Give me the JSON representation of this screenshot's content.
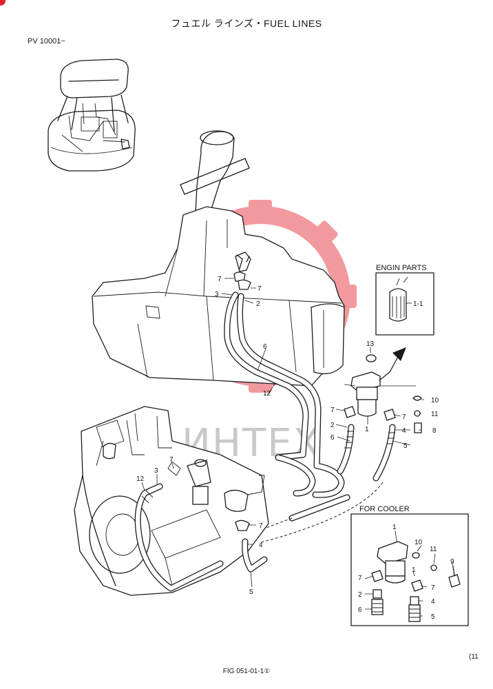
{
  "header": {
    "title": "フュエル ラインズ・FUEL LINES",
    "serial_range": "PV 10001~"
  },
  "watermark": {
    "text": "ИНТЕХ",
    "color": "#e8474f"
  },
  "insets": {
    "engine_parts": {
      "title": "ENGIN PARTS"
    },
    "for_cooler": {
      "title": "FOR COOLER"
    }
  },
  "callouts": {
    "main": [
      "7",
      "7",
      "3",
      "2",
      "6",
      "12",
      "13",
      "7",
      "2",
      "6",
      "10",
      "11",
      "7",
      "4",
      "8",
      "5",
      "1",
      "7",
      "12",
      "3",
      "7",
      "4",
      "5"
    ],
    "engine_parts": [
      "1-1"
    ],
    "for_cooler": [
      "1",
      "10",
      "11",
      "9",
      "7",
      "1",
      "7",
      "2",
      "6",
      "4",
      "5"
    ]
  },
  "footer": {
    "figure": "FIG 051-01-1①",
    "page_marker": "(11"
  }
}
